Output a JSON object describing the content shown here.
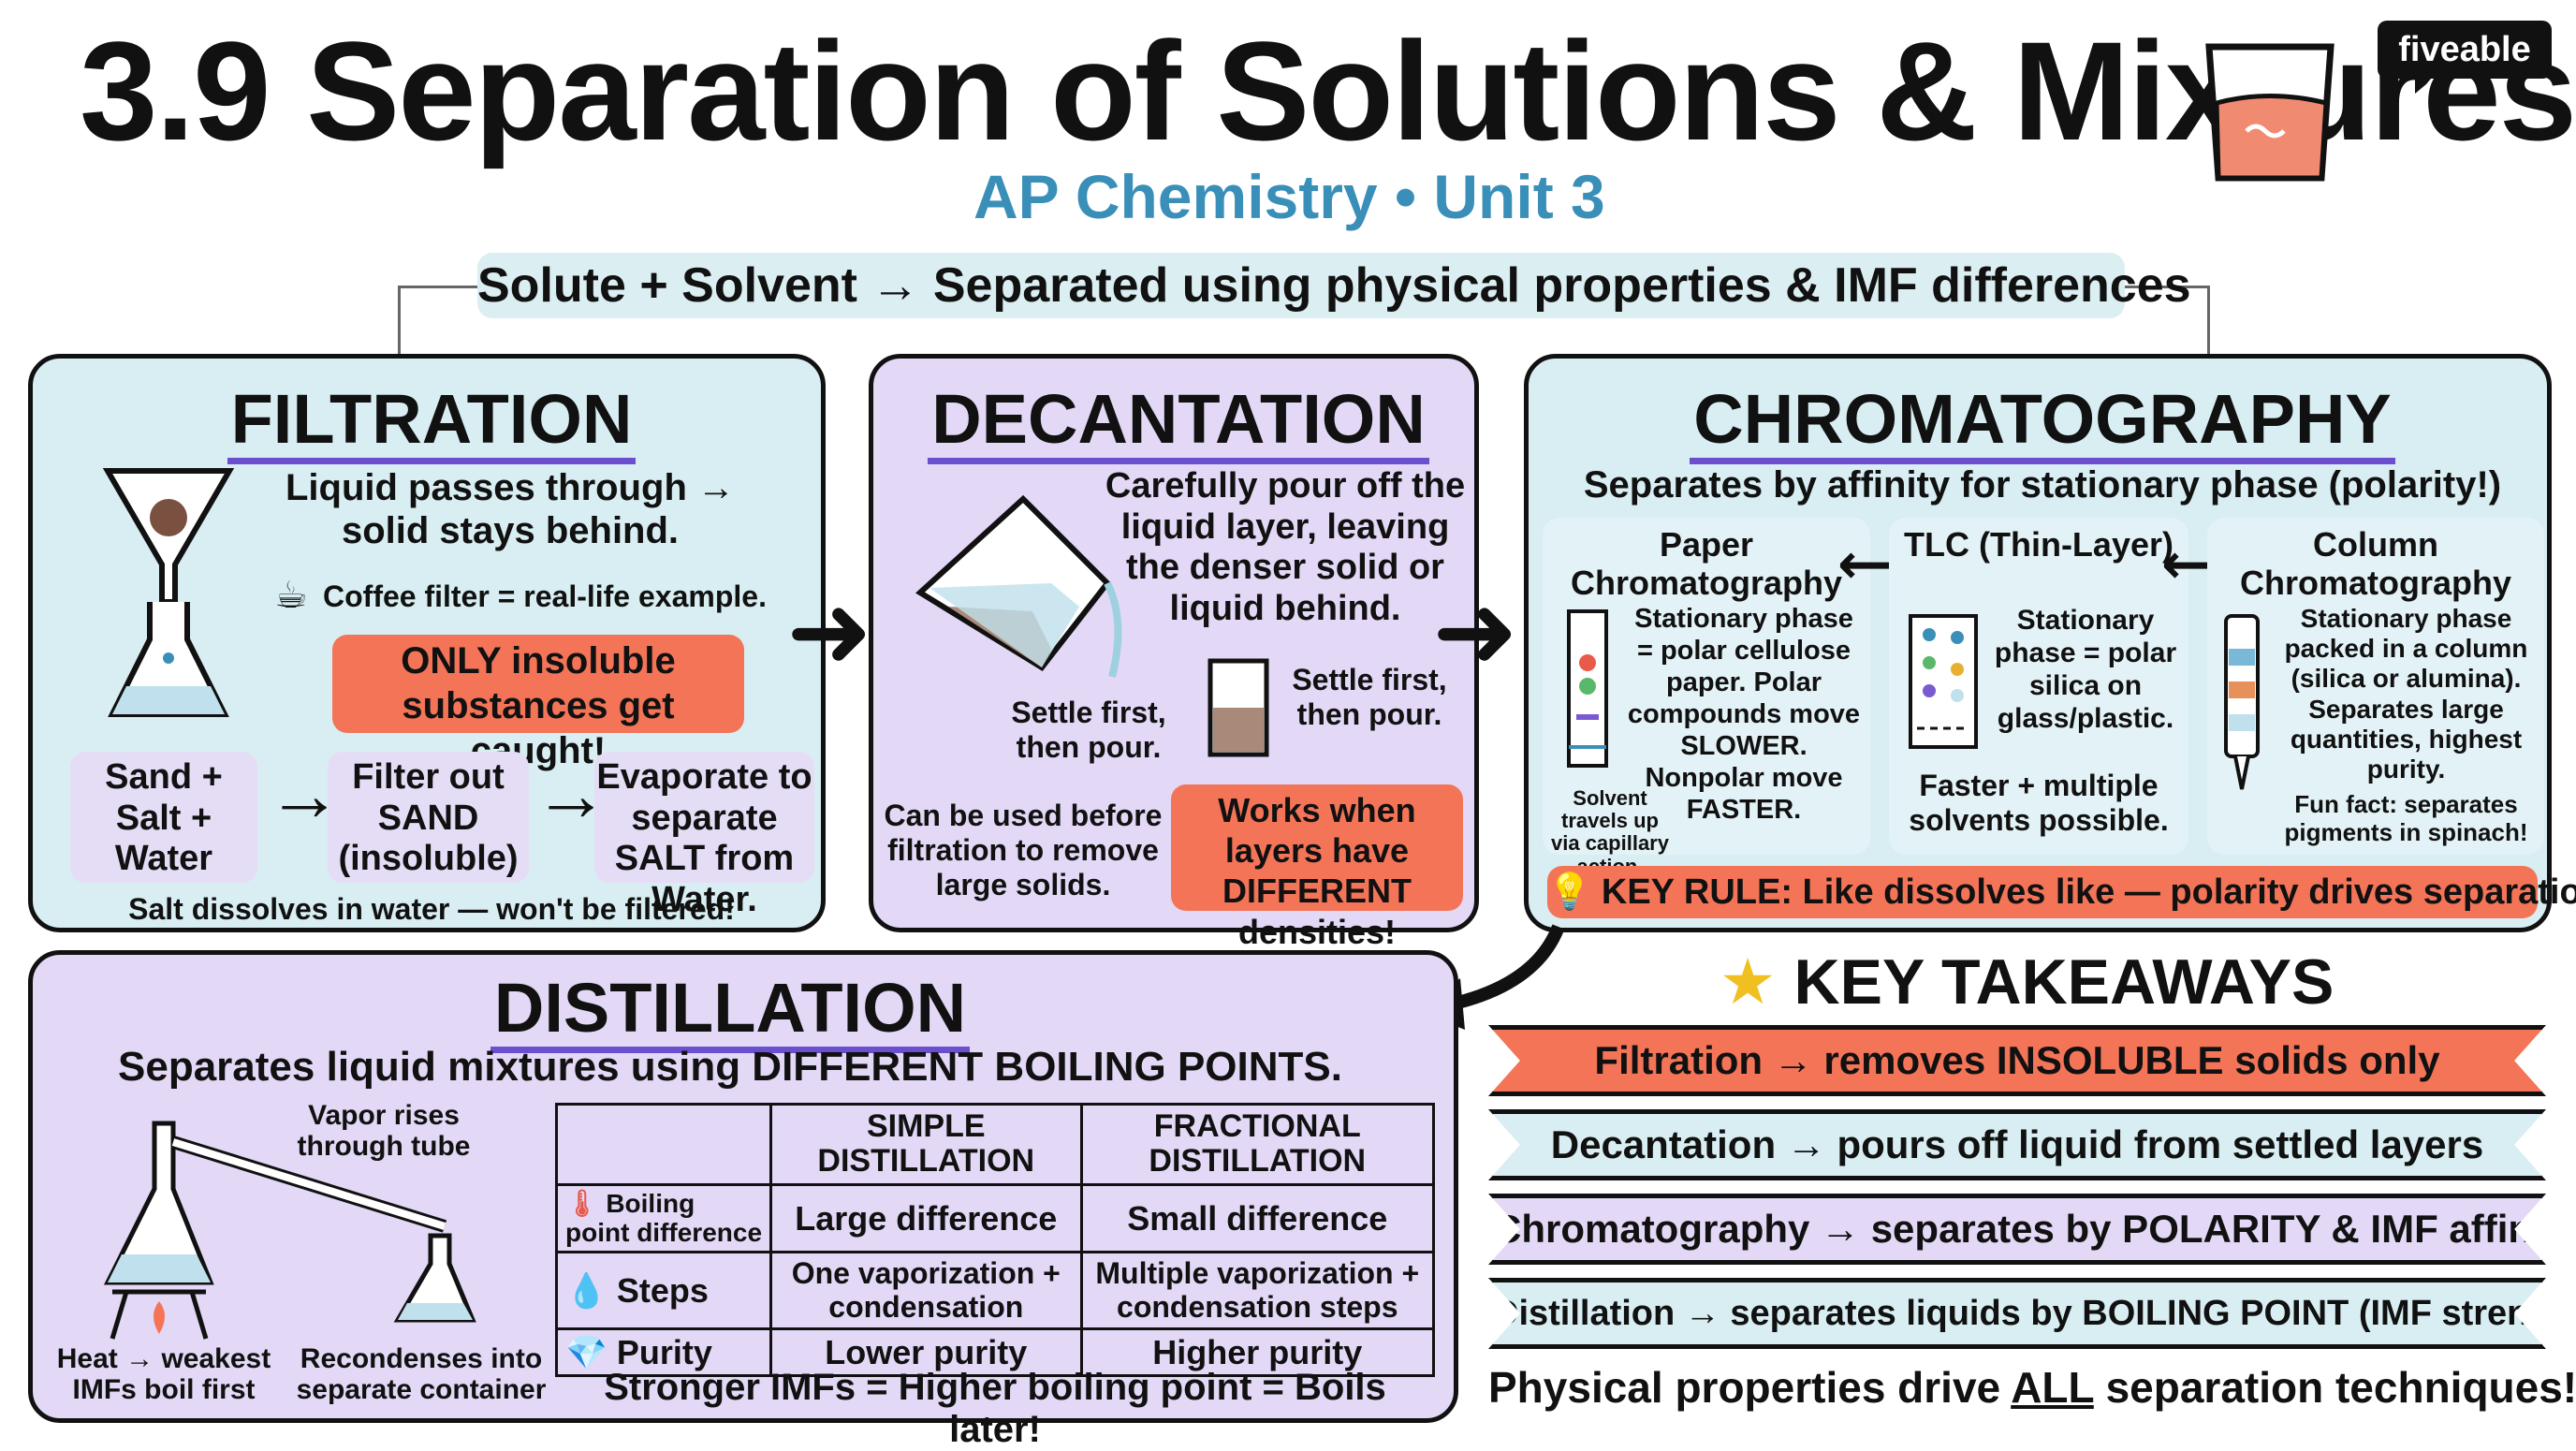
{
  "header": {
    "title": "3.9 Separation of Solutions & Mixtures",
    "subtitle": "AP Chemistry • Unit 3",
    "logo": "fiveable",
    "banner": "Solute + Solvent → Separated using physical properties & IMF differences"
  },
  "filtration": {
    "title": "FILTRATION",
    "desc": "Liquid passes through → solid stays behind.",
    "example": "Coffee filter = real-life example.",
    "warning": "ONLY insoluble substances get caught!",
    "steps": [
      "Sand + Salt + Water",
      "Filter out SAND (insoluble)",
      "Evaporate to separate SALT from Water."
    ],
    "note": "Salt dissolves in water — won't be filtered!"
  },
  "decantation": {
    "title": "DECANTATION",
    "desc": "Carefully pour off the liquid layer, leaving the denser solid or liquid behind.",
    "settle1": "Settle first, then pour.",
    "settle2": "Settle first, then pour.",
    "note": "Can be used before filtration to remove large solids.",
    "warning": "Works when layers have DIFFERENT densities!"
  },
  "chromatography": {
    "title": "CHROMATOGRAPHY",
    "subtitle": "Separates by affinity for stationary phase (polarity!)",
    "paper": {
      "title": "Paper Chromatography",
      "text": "Stationary phase = polar cellulose paper. Polar compounds move SLOWER. Nonpolar move FASTER.",
      "solvent": "Solvent travels up via capillary action."
    },
    "tlc": {
      "title": "TLC (Thin-Layer)",
      "text": "Stationary phase = polar silica on glass/plastic.",
      "extra": "Faster + multiple solvents possible."
    },
    "column": {
      "title": "Column Chromatography",
      "text": "Stationary phase packed in a column (silica or alumina). Separates large quantities, highest purity.",
      "fun": "Fun fact: separates pigments in spinach!"
    },
    "rule": "KEY RULE: Like dissolves like — polarity drives separation!"
  },
  "distillation": {
    "title": "DISTILLATION",
    "subtitle": "Separates liquid mixtures using DIFFERENT BOILING POINTS.",
    "vapor": "Vapor rises through tube",
    "heat": "Heat → weakest IMFs boil first",
    "recondense": "Recondenses into separate container",
    "table": {
      "headers": [
        "",
        "SIMPLE DISTILLATION",
        "FRACTIONAL DISTILLATION"
      ],
      "rows": [
        [
          "Boiling point difference",
          "Large difference",
          "Small difference"
        ],
        [
          "Steps",
          "One vaporization + condensation",
          "Multiple vaporization + condensation steps"
        ],
        [
          "Purity",
          "Lower purity",
          "Higher purity"
        ]
      ]
    },
    "footer": "Stronger IMFs = Higher boiling point = Boils later!"
  },
  "takeaways": {
    "title": "KEY TAKEAWAYS",
    "items": [
      "Filtration → removes INSOLUBLE solids only",
      "Decantation → pours off liquid from settled layers",
      "Chromatography → separates by POLARITY & IMF affinity",
      "Distillation → separates liquids by BOILING POINT (IMF strength)"
    ],
    "footer_pre": "Physical properties drive ",
    "footer_em": "ALL",
    "footer_post": " separation techniques!"
  },
  "colors": {
    "blue_panel": "#d8eef2",
    "purple_panel": "#e3d8f6",
    "warning": "#f47458",
    "accent": "#3a8fb8"
  }
}
